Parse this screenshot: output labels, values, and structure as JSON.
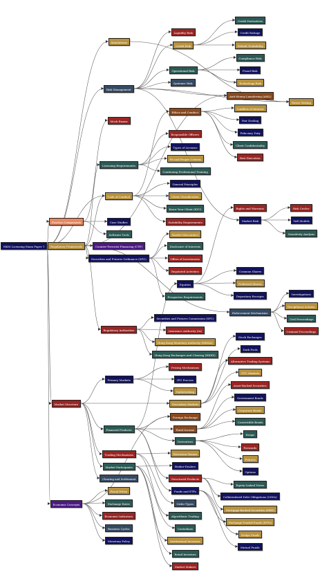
{
  "colors": {
    "navy": "#12125e",
    "red": "#9b2523",
    "gold": "#b8923f",
    "teal": "#2c5a55",
    "slate": "#354a63",
    "purple": "#4d1a84",
    "brown": "#8a4a1e",
    "salmon": "#e9885f",
    "edge": "#555555"
  },
  "nodes": [
    {
      "id": "root",
      "label": "HKSI Licensing Exam Paper 1",
      "color": "root"
    },
    {
      "id": "simulations",
      "label": "Simulations",
      "color": "gold"
    },
    {
      "id": "risk_mgmt",
      "label": "Risk Management",
      "color": "slate"
    },
    {
      "id": "mock_exams",
      "label": "Mock Exams",
      "color": "red"
    },
    {
      "id": "liquidity_risk",
      "label": "Liquidity Risk",
      "color": "red"
    },
    {
      "id": "credit_risk",
      "label": "Credit Risk",
      "color": "gold"
    },
    {
      "id": "credit_derivatives",
      "label": "Credit Derivatives",
      "color": "teal"
    },
    {
      "id": "credit_ratings",
      "label": "Credit Ratings",
      "color": "navy"
    },
    {
      "id": "default_prob",
      "label": "Default Probability",
      "color": "gold"
    },
    {
      "id": "operational_risk",
      "label": "Operational Risk",
      "color": "teal"
    },
    {
      "id": "compliance_risk",
      "label": "Compliance Risk",
      "color": "teal"
    },
    {
      "id": "fraud_risk",
      "label": "Fraud Risk",
      "color": "navy"
    },
    {
      "id": "systemic_risk",
      "label": "Systemic Risk",
      "color": "slate"
    },
    {
      "id": "technology_risk",
      "label": "Technology Risk",
      "color": "gold"
    },
    {
      "id": "aml",
      "label": "Anti-Money Laundering (AML)",
      "color": "brown"
    },
    {
      "id": "stress_testing",
      "label": "Stress Testing",
      "color": "gold"
    },
    {
      "id": "ethics",
      "label": "Ethics and Conduct",
      "color": "brown"
    },
    {
      "id": "conflicts",
      "label": "Conflicts of Interest",
      "color": "gold"
    },
    {
      "id": "fair_dealing",
      "label": "Fair Dealing",
      "color": "navy"
    },
    {
      "id": "fiduciary",
      "label": "Fiduciary Duty",
      "color": "navy"
    },
    {
      "id": "client_conf",
      "label": "Client Confidentiality",
      "color": "teal"
    },
    {
      "id": "best_exec",
      "label": "Best Execution",
      "color": "red"
    },
    {
      "id": "responsible_officers",
      "label": "Responsible Officers",
      "color": "red"
    },
    {
      "id": "types_licenses",
      "label": "Types of Licenses",
      "color": "navy"
    },
    {
      "id": "fit_proper",
      "label": "Fit and Proper Criteria",
      "color": "gold"
    },
    {
      "id": "licensing_req",
      "label": "Licensing Requirements",
      "color": "teal"
    },
    {
      "id": "cpt",
      "label": "Continuing Professional Training",
      "color": "teal"
    },
    {
      "id": "general_principles",
      "label": "General Principles",
      "color": "navy"
    },
    {
      "id": "code_conduct",
      "label": "Code of Conduct",
      "color": "gold"
    },
    {
      "id": "client_class",
      "label": "Client Classification",
      "color": "gold"
    },
    {
      "id": "kyc",
      "label": "Know Your Client (KYC)",
      "color": "teal"
    },
    {
      "id": "practice_comp",
      "label": "Practice Components",
      "color": "salmon"
    },
    {
      "id": "suitability",
      "label": "Suitability Requirements",
      "color": "red"
    },
    {
      "id": "case_studies",
      "label": "Case Studies",
      "color": "navy"
    },
    {
      "id": "software_tools",
      "label": "Software Tools",
      "color": "teal"
    },
    {
      "id": "market_misconduct",
      "label": "Market Misconduct",
      "color": "gold"
    },
    {
      "id": "reg_framework",
      "label": "Regulatory Framework",
      "color": "gold"
    },
    {
      "id": "ctf",
      "label": "Counter-Terrorist Financing (CTF)",
      "color": "purple"
    },
    {
      "id": "disclosure_interests",
      "label": "Disclosure of Interests",
      "color": "teal"
    },
    {
      "id": "sfo",
      "label": "Securities and Futures Ordinance (SFO)",
      "color": "navy"
    },
    {
      "id": "offers_investments",
      "label": "Offers of Investments",
      "color": "red"
    },
    {
      "id": "regulated_activities",
      "label": "Regulated Activities",
      "color": "red"
    },
    {
      "id": "rights_warrants",
      "label": "Rights and Warrants",
      "color": "red"
    },
    {
      "id": "risk_circle",
      "label": "Risk Circles",
      "color": "red"
    },
    {
      "id": "market_risk",
      "label": "Market Risk",
      "color": "navy"
    },
    {
      "id": "var",
      "label": "VaR Models",
      "color": "navy"
    },
    {
      "id": "sensitivity",
      "label": "Sensitivity Analysis",
      "color": "teal"
    },
    {
      "id": "common_shares",
      "label": "Common Shares",
      "color": "navy"
    },
    {
      "id": "equities",
      "label": "Equities",
      "color": "navy"
    },
    {
      "id": "preferred_shares",
      "label": "Preferred Shares",
      "color": "gold"
    },
    {
      "id": "prospectus",
      "label": "Prospectus Requirements",
      "color": "teal"
    },
    {
      "id": "depositary",
      "label": "Depositary Receipts",
      "color": "navy"
    },
    {
      "id": "investigations",
      "label": "Investigations",
      "color": "navy"
    },
    {
      "id": "disciplinary",
      "label": "Disciplinary Actions",
      "color": "gold"
    },
    {
      "id": "enforcement",
      "label": "Enforcement Mechanisms",
      "color": "slate"
    },
    {
      "id": "civil_proceedings",
      "label": "Civil Proceedings",
      "color": "teal"
    },
    {
      "id": "sfc",
      "label": "Securities and Futures Commission (SFC)",
      "color": "navy"
    },
    {
      "id": "criminal",
      "label": "Criminal Proceedings",
      "color": "red"
    },
    {
      "id": "reg_authorities",
      "label": "Regulatory Authorities",
      "color": "red"
    },
    {
      "id": "ia",
      "label": "Insurance Authority (IA)",
      "color": "red"
    },
    {
      "id": "stock_exchanges",
      "label": "Stock Exchanges",
      "color": "navy"
    },
    {
      "id": "hkma",
      "label": "Hong Kong Monetary Authority (HKMA)",
      "color": "gold"
    },
    {
      "id": "dark_pools",
      "label": "Dark Pools",
      "color": "navy"
    },
    {
      "id": "hkex",
      "label": "Hong Kong Exchanges and Clearing (HKEX)",
      "color": "teal"
    },
    {
      "id": "ats",
      "label": "Alternative Trading Systems",
      "color": "red"
    },
    {
      "id": "pricing",
      "label": "Pricing Mechanisms",
      "color": "red"
    },
    {
      "id": "otc",
      "label": "OTC Markets",
      "color": "gold"
    },
    {
      "id": "primary_markets",
      "label": "Primary Markets",
      "color": "navy"
    },
    {
      "id": "ipo",
      "label": "IPO Process",
      "color": "navy"
    },
    {
      "id": "abs",
      "label": "Asset-Backed Securities",
      "color": "red"
    },
    {
      "id": "underwriting",
      "label": "Underwriting",
      "color": "gold"
    },
    {
      "id": "govt_bonds",
      "label": "Government Bonds",
      "color": "navy"
    },
    {
      "id": "market_structure",
      "label": "Market Structure",
      "color": "red"
    },
    {
      "id": "secondary_markets",
      "label": "Secondary Markets",
      "color": "gold"
    },
    {
      "id": "corporate_bonds",
      "label": "Corporate Bonds",
      "color": "gold"
    },
    {
      "id": "forex",
      "label": "Foreign Exchange",
      "color": "brown"
    },
    {
      "id": "convertible",
      "label": "Convertible Bonds",
      "color": "teal"
    },
    {
      "id": "financial_products",
      "label": "Financial Products",
      "color": "teal"
    },
    {
      "id": "fixed_income",
      "label": "Fixed Income",
      "color": "brown"
    },
    {
      "id": "swaps",
      "label": "Swaps",
      "color": "teal"
    },
    {
      "id": "derivatives",
      "label": "Derivatives",
      "color": "teal"
    },
    {
      "id": "forwards",
      "label": "Forwards",
      "color": "red"
    },
    {
      "id": "trading_mech",
      "label": "Trading Mechanisms",
      "color": "red"
    },
    {
      "id": "execution_venues",
      "label": "Execution Venues",
      "color": "gold"
    },
    {
      "id": "futures",
      "label": "Futures",
      "color": "gold"
    },
    {
      "id": "market_participants",
      "label": "Market Participants",
      "color": "teal"
    },
    {
      "id": "broker_dealers",
      "label": "Broker-Dealers",
      "color": "navy"
    },
    {
      "id": "options",
      "label": "Options",
      "color": "navy"
    },
    {
      "id": "clearing",
      "label": "Clearing and Settlement",
      "color": "slate"
    },
    {
      "id": "structured",
      "label": "Structured Products",
      "color": "red"
    },
    {
      "id": "eln",
      "label": "Equity-Linked Notes",
      "color": "teal"
    },
    {
      "id": "fiscal",
      "label": "Fiscal Policy",
      "color": "gold"
    },
    {
      "id": "funds_etfs",
      "label": "Funds and ETFs",
      "color": "navy"
    },
    {
      "id": "cdo",
      "label": "Collateralized Debt Obligations (CDOs)",
      "color": "navy"
    },
    {
      "id": "order_types",
      "label": "Order Types",
      "color": "slate"
    },
    {
      "id": "exchange_rates",
      "label": "Exchange Rates",
      "color": "teal"
    },
    {
      "id": "mbs",
      "label": "Mortgage-Backed Securities (MBS)",
      "color": "gold"
    },
    {
      "id": "economic_concepts",
      "label": "Economic Concepts",
      "color": "purple"
    },
    {
      "id": "economic_indicators",
      "label": "Economic Indicators",
      "color": "red"
    },
    {
      "id": "algo_trading",
      "label": "Algorithmic Trading",
      "color": "teal"
    },
    {
      "id": "etf",
      "label": "Exchange-Traded Funds (ETFs)",
      "color": "gold"
    },
    {
      "id": "business_cycles",
      "label": "Business Cycles",
      "color": "slate"
    },
    {
      "id": "custodians",
      "label": "Custodians",
      "color": "teal"
    },
    {
      "id": "hedge_funds",
      "label": "Hedge Funds",
      "color": "gold"
    },
    {
      "id": "monetary",
      "label": "Monetary Policy",
      "color": "navy"
    },
    {
      "id": "institutional",
      "label": "Institutional Investors",
      "color": "gold"
    },
    {
      "id": "mutual_funds",
      "label": "Mutual Funds",
      "color": "navy"
    },
    {
      "id": "retail",
      "label": "Retail Investors",
      "color": "teal"
    },
    {
      "id": "market_makers",
      "label": "Market Makers",
      "color": "red"
    }
  ],
  "edges": [
    [
      "root",
      "simulations"
    ],
    [
      "root",
      "risk_mgmt"
    ],
    [
      "root",
      "practice_comp"
    ],
    [
      "root",
      "reg_framework"
    ],
    [
      "root",
      "market_structure"
    ],
    [
      "root",
      "economic_concepts"
    ],
    [
      "root",
      "code_conduct"
    ],
    [
      "risk_mgmt",
      "liquidity_risk"
    ],
    [
      "risk_mgmt",
      "credit_risk"
    ],
    [
      "risk_mgmt",
      "operational_risk"
    ],
    [
      "risk_mgmt",
      "systemic_risk"
    ],
    [
      "risk_mgmt",
      "market_risk"
    ],
    [
      "risk_mgmt",
      "stress_testing"
    ],
    [
      "risk_mgmt",
      "aml"
    ],
    [
      "credit_risk",
      "credit_derivatives"
    ],
    [
      "credit_risk",
      "credit_ratings"
    ],
    [
      "credit_risk",
      "default_prob"
    ],
    [
      "operational_risk",
      "compliance_risk"
    ],
    [
      "operational_risk",
      "fraud_risk"
    ],
    [
      "operational_risk",
      "technology_risk"
    ],
    [
      "code_conduct",
      "ethics"
    ],
    [
      "ethics",
      "conflicts"
    ],
    [
      "ethics",
      "fair_dealing"
    ],
    [
      "ethics",
      "fiduciary"
    ],
    [
      "ethics",
      "client_conf"
    ],
    [
      "ethics",
      "best_exec"
    ],
    [
      "practice_comp",
      "mock_exams"
    ],
    [
      "practice_comp",
      "case_studies"
    ],
    [
      "practice_comp",
      "software_tools"
    ],
    [
      "simulations",
      "stress_testing"
    ],
    [
      "licensing_req",
      "responsible_officers"
    ],
    [
      "licensing_req",
      "types_licenses"
    ],
    [
      "licensing_req",
      "fit_proper"
    ],
    [
      "licensing_req",
      "cpt"
    ],
    [
      "code_conduct",
      "general_principles"
    ],
    [
      "code_conduct",
      "client_class"
    ],
    [
      "code_conduct",
      "kyc"
    ],
    [
      "code_conduct",
      "suitability"
    ],
    [
      "reg_framework",
      "licensing_req"
    ],
    [
      "reg_framework",
      "code_conduct"
    ],
    [
      "reg_framework",
      "ctf"
    ],
    [
      "reg_framework",
      "sfo"
    ],
    [
      "reg_framework",
      "reg_authorities"
    ],
    [
      "reg_framework",
      "enforcement"
    ],
    [
      "reg_framework",
      "aml"
    ],
    [
      "sfo",
      "market_misconduct"
    ],
    [
      "sfo",
      "disclosure_interests"
    ],
    [
      "sfo",
      "offers_investments"
    ],
    [
      "sfo",
      "regulated_activities"
    ],
    [
      "sfo",
      "prospectus"
    ],
    [
      "market_risk",
      "risk_circle"
    ],
    [
      "market_risk",
      "var"
    ],
    [
      "market_risk",
      "sensitivity"
    ],
    [
      "equities",
      "common_shares"
    ],
    [
      "equities",
      "preferred_shares"
    ],
    [
      "equities",
      "depositary"
    ],
    [
      "equities",
      "rights_warrants"
    ],
    [
      "enforcement",
      "investigations"
    ],
    [
      "enforcement",
      "disciplinary"
    ],
    [
      "enforcement",
      "civil_proceedings"
    ],
    [
      "enforcement",
      "criminal"
    ],
    [
      "reg_authorities",
      "sfc"
    ],
    [
      "reg_authorities",
      "ia"
    ],
    [
      "reg_authorities",
      "hkma"
    ],
    [
      "reg_authorities",
      "hkex"
    ],
    [
      "market_structure",
      "primary_markets"
    ],
    [
      "market_structure",
      "secondary_markets"
    ],
    [
      "market_structure",
      "financial_products"
    ],
    [
      "market_structure",
      "trading_mech"
    ],
    [
      "market_structure",
      "market_participants"
    ],
    [
      "market_structure",
      "clearing"
    ],
    [
      "primary_markets",
      "pricing"
    ],
    [
      "primary_markets",
      "ipo"
    ],
    [
      "primary_markets",
      "underwriting"
    ],
    [
      "secondary_markets",
      "stock_exchanges"
    ],
    [
      "secondary_markets",
      "dark_pools"
    ],
    [
      "secondary_markets",
      "ats"
    ],
    [
      "secondary_markets",
      "otc"
    ],
    [
      "financial_products",
      "equities"
    ],
    [
      "financial_products",
      "fixed_income"
    ],
    [
      "financial_products",
      "derivatives"
    ],
    [
      "financial_products",
      "forex"
    ],
    [
      "financial_products",
      "structured"
    ],
    [
      "financial_products",
      "funds_etfs"
    ],
    [
      "fixed_income",
      "abs"
    ],
    [
      "fixed_income",
      "govt_bonds"
    ],
    [
      "fixed_income",
      "corporate_bonds"
    ],
    [
      "fixed_income",
      "convertible"
    ],
    [
      "derivatives",
      "swaps"
    ],
    [
      "derivatives",
      "forwards"
    ],
    [
      "derivatives",
      "futures"
    ],
    [
      "derivatives",
      "options"
    ],
    [
      "trading_mech",
      "execution_venues"
    ],
    [
      "trading_mech",
      "order_types"
    ],
    [
      "trading_mech",
      "algo_trading"
    ],
    [
      "market_participants",
      "broker_dealers"
    ],
    [
      "market_participants",
      "custodians"
    ],
    [
      "market_participants",
      "institutional"
    ],
    [
      "market_participants",
      "retail"
    ],
    [
      "market_participants",
      "market_makers"
    ],
    [
      "structured",
      "eln"
    ],
    [
      "structured",
      "cdo"
    ],
    [
      "structured",
      "mbs"
    ],
    [
      "funds_etfs",
      "etf"
    ],
    [
      "funds_etfs",
      "hedge_funds"
    ],
    [
      "funds_etfs",
      "mutual_funds"
    ],
    [
      "economic_concepts",
      "fiscal"
    ],
    [
      "economic_concepts",
      "exchange_rates"
    ],
    [
      "economic_concepts",
      "economic_indicators"
    ],
    [
      "economic_concepts",
      "business_cycles"
    ],
    [
      "economic_concepts",
      "monetary"
    ],
    [
      "economic_concepts",
      "forex"
    ]
  ]
}
